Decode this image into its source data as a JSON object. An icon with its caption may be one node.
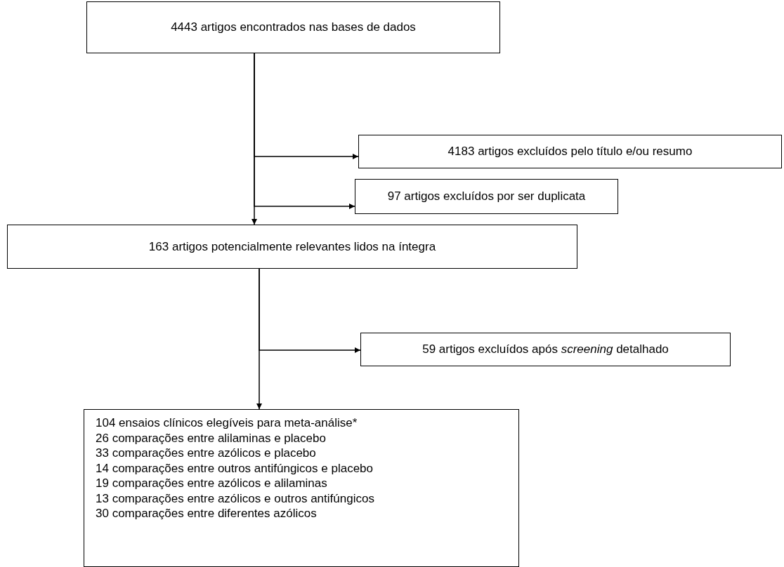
{
  "diagram": {
    "nodes": [
      {
        "text": [
          "4443 artigos encontrados nas bases de dados"
        ]
      },
      {
        "text": [
          "4183 artigos excluídos pelo título e/ou resumo"
        ]
      },
      {
        "text": [
          "97 artigos excluídos por ser duplicata"
        ]
      },
      {
        "text": [
          "163 artigos potencialmente relevantes lidos na íntegra"
        ]
      },
      {
        "text": [
          "59 artigos excluídos após *screening* detalhado"
        ]
      },
      {
        "text": [
          "104 ensaios clínicos elegíveis para meta-análise*",
          "26 comparações entre alilaminas e placebo",
          "33 comparações entre azólicos e placebo",
          "14 comparações entre outros antifúngicos e placebo",
          "19 comparações entre azólicos e alilaminas",
          "13 comparações entre azólicos e outros antifúngicos",
          "30 comparações entre diferentes azólicos"
        ]
      }
    ],
    "edges": [
      {
        "from": 0,
        "to": 3,
        "arrow": "to"
      },
      {
        "from": 0,
        "to": 1,
        "arrow": "to"
      },
      {
        "from": 0,
        "to": 2,
        "arrow": "to"
      },
      {
        "from": 3,
        "to": 5,
        "arrow": "to"
      },
      {
        "from": 3,
        "to": 4,
        "arrow": "to"
      }
    ]
  }
}
